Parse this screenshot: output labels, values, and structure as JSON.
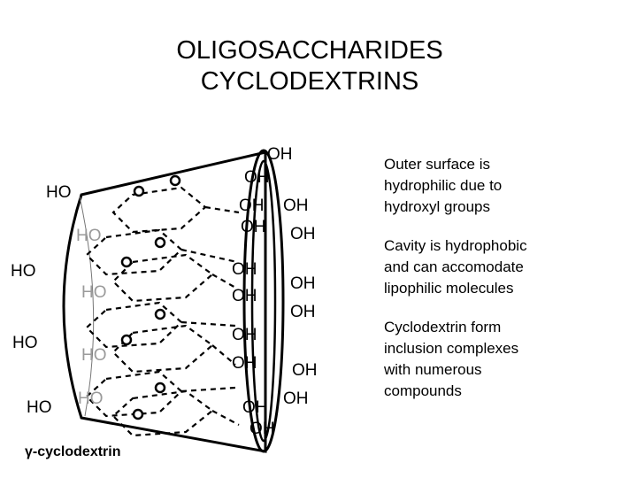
{
  "title": {
    "line1": "OLIGOSACCHARIDES",
    "line2": "CYCLODEXTRINS"
  },
  "notes": [
    "Outer surface is\nhydrophilic due to\nhydroxyl groups",
    "Cavity is hydrophobic\nand can accomodate\nlipophilic molecules",
    "Cyclodextrin form\ninclusion complexes\nwith numerous\ncompounds"
  ],
  "caption": "γ-cyclodextrin",
  "diagram": {
    "group_label_oh": "OH",
    "group_label_ho": "HO",
    "ring_oxygen": "O"
  }
}
